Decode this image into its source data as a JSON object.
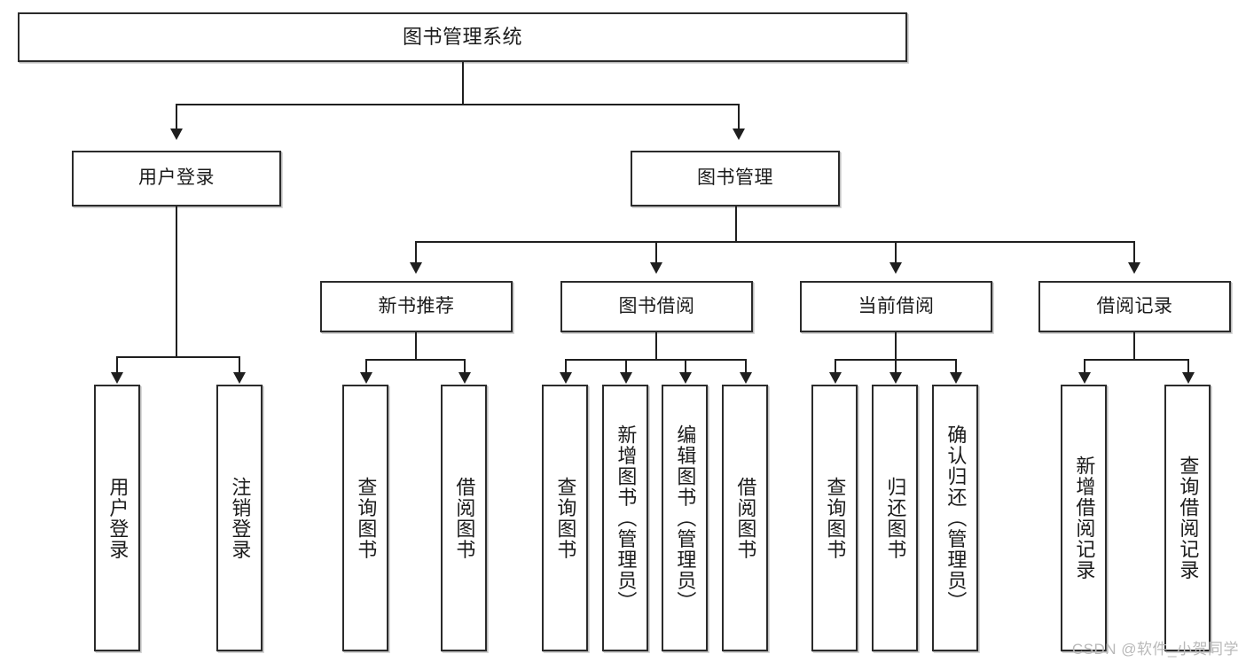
{
  "diagram": {
    "title": "图书管理系统",
    "type": "tree-hierarchy-chart",
    "accent_color": "#2b2b2b",
    "background_color": "#ffffff"
  },
  "root": {
    "label": "图书管理系统"
  },
  "level2": [
    {
      "label": "用户登录"
    },
    {
      "label": "图书管理"
    }
  ],
  "level3": [
    {
      "label": "新书推荐"
    },
    {
      "label": "图书借阅"
    },
    {
      "label": "当前借阅"
    },
    {
      "label": "借阅记录"
    }
  ],
  "leaves": {
    "user_login": [
      {
        "label": "用户登录"
      },
      {
        "label": "注销登录"
      }
    ],
    "new_book": [
      {
        "label": "查询图书"
      },
      {
        "label": "借阅图书"
      }
    ],
    "book_borrow": [
      {
        "label": "查询图书"
      },
      {
        "label": "新增图书（管理员）"
      },
      {
        "label": "编辑图书（管理员）"
      },
      {
        "label": "借阅图书"
      }
    ],
    "current_borrow": [
      {
        "label": "查询图书"
      },
      {
        "label": "归还图书"
      },
      {
        "label": "确认归还（管理员）"
      }
    ],
    "borrow_record": [
      {
        "label": "新增借阅记录"
      },
      {
        "label": "查询借阅记录"
      }
    ]
  },
  "watermark": {
    "text": "CSDN @软件_小贺同学"
  }
}
